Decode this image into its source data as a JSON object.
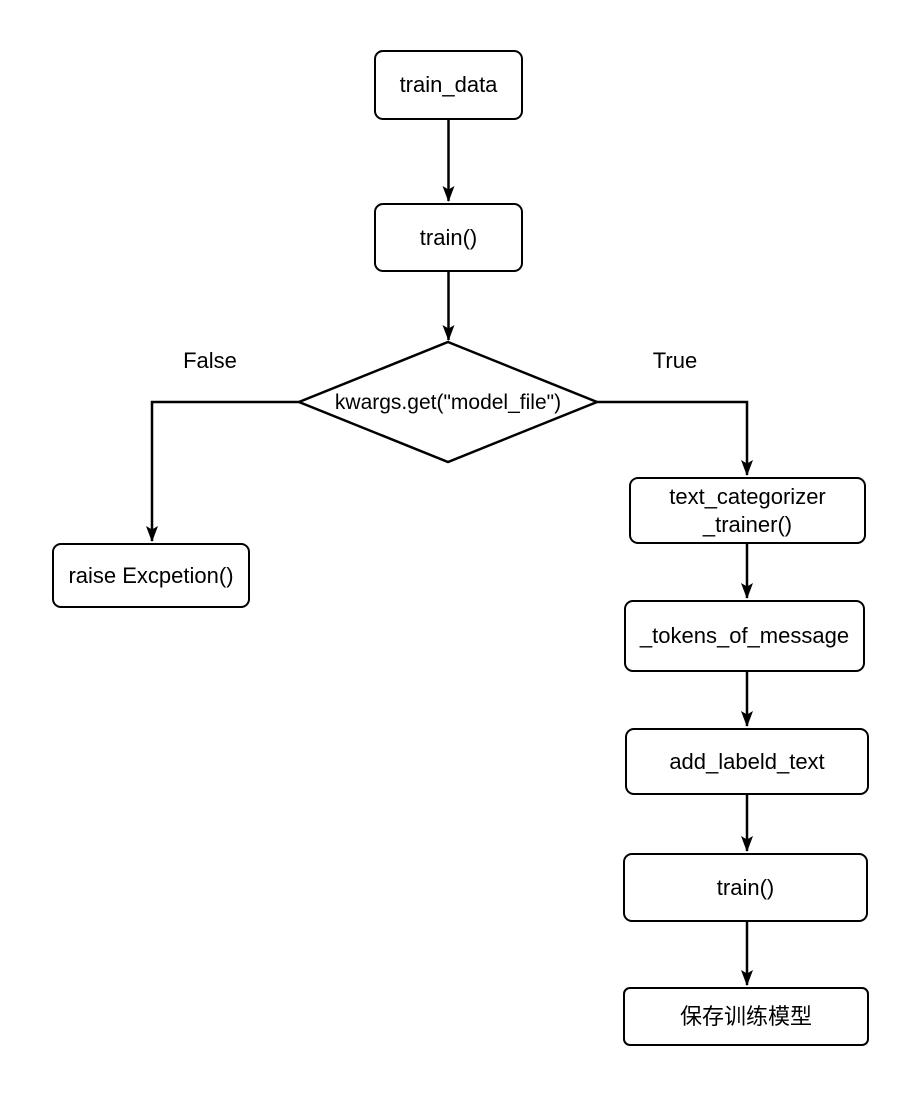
{
  "diagram": {
    "type": "flowchart",
    "background": "#ffffff",
    "stroke_color": "#000000",
    "text_color": "#000000",
    "nodes": [
      {
        "id": "train_data",
        "shape": "rounded-rect",
        "label": "train_data"
      },
      {
        "id": "train_1",
        "shape": "rounded-rect",
        "label": "train()"
      },
      {
        "id": "decision",
        "shape": "diamond",
        "label": "kwargs.get(\"model_file\")"
      },
      {
        "id": "raise_exception",
        "shape": "rounded-rect",
        "label": "raise Excpetion()"
      },
      {
        "id": "text_categorizer_trainer",
        "shape": "rounded-rect",
        "label": "text_categorizer _trainer()",
        "lines": [
          "text_categorizer",
          "_trainer()"
        ]
      },
      {
        "id": "tokens_of_message",
        "shape": "rounded-rect",
        "label": "_tokens_of_message"
      },
      {
        "id": "add_labeld_text",
        "shape": "rounded-rect",
        "label": "add_labeld_text"
      },
      {
        "id": "train_2",
        "shape": "rounded-rect",
        "label": "train()"
      },
      {
        "id": "save_model",
        "shape": "rounded-rect",
        "label": "保存训练模型"
      }
    ],
    "edges": [
      {
        "from": "train_data",
        "to": "train_1",
        "label": ""
      },
      {
        "from": "train_1",
        "to": "decision",
        "label": ""
      },
      {
        "from": "decision",
        "to": "raise_exception",
        "label": "False"
      },
      {
        "from": "decision",
        "to": "text_categorizer_trainer",
        "label": "True"
      },
      {
        "from": "text_categorizer_trainer",
        "to": "tokens_of_message",
        "label": ""
      },
      {
        "from": "tokens_of_message",
        "to": "add_labeld_text",
        "label": ""
      },
      {
        "from": "add_labeld_text",
        "to": "train_2",
        "label": ""
      },
      {
        "from": "train_2",
        "to": "save_model",
        "label": ""
      }
    ]
  }
}
